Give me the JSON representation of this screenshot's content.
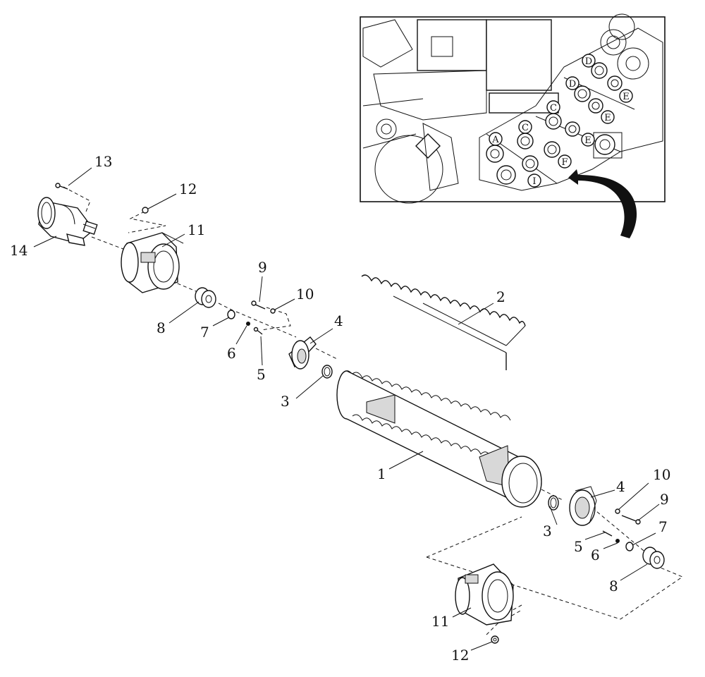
{
  "diagram": {
    "callouts": {
      "c13": "13",
      "c12a": "12",
      "c14": "14",
      "c11a": "11",
      "c9a": "9",
      "c10a": "10",
      "c8a": "8",
      "c7a": "7",
      "c6a": "6",
      "c5a": "5",
      "c4a": "4",
      "c3a": "3",
      "c2": "2",
      "c1": "1",
      "c4b": "4",
      "c10b": "10",
      "c9b": "9",
      "c3b": "3",
      "c5b": "5",
      "c6b": "6",
      "c7b": "7",
      "c8b": "8",
      "c11b": "11",
      "c12b": "12"
    },
    "inset": {
      "letters": {
        "A": "A",
        "C1": "C",
        "C2": "C",
        "D1": "D",
        "D2": "D",
        "E1": "E",
        "E2": "E",
        "E3": "E",
        "F": "F",
        "I": "I"
      }
    }
  }
}
